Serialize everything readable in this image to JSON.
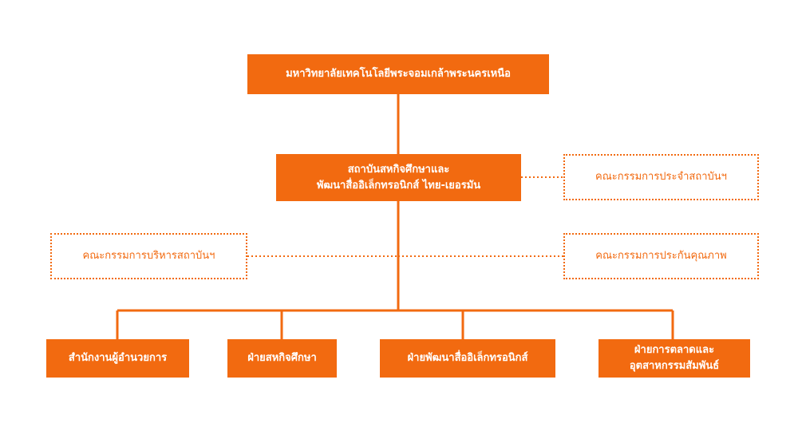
{
  "colors": {
    "accent": "#f26a10",
    "background": "#ffffff",
    "text_on_accent": "#ffffff"
  },
  "org": {
    "top": "มหาวิทยาลัยเทคโนโลยีพระจอมเกล้าพระนครเหนือ",
    "institute": {
      "line1": "สถาบันสหกิจศึกษาและ",
      "line2": "พัฒนาสื่ออิเล็กทรอนิกส์ ไทย-เยอรมัน"
    },
    "committees": {
      "standing": "คณะกรรมการประจำสถาบันฯ",
      "executive": "คณะกรรมการบริหารสถาบันฯ",
      "quality": "คณะกรรมการประกันคุณภาพ"
    },
    "departments": {
      "director_office": "สำนักงานผู้อำนวยการ",
      "coop_education": "ฝ่ายสหกิจศึกษา",
      "e_media": "ฝ่ายพัฒนาสื่ออิเล็กทรอนิกส์",
      "marketing": {
        "line1": "ฝ่ายการตลาดและ",
        "line2": "อุตสาหกรรมสัมพันธ์"
      }
    }
  }
}
